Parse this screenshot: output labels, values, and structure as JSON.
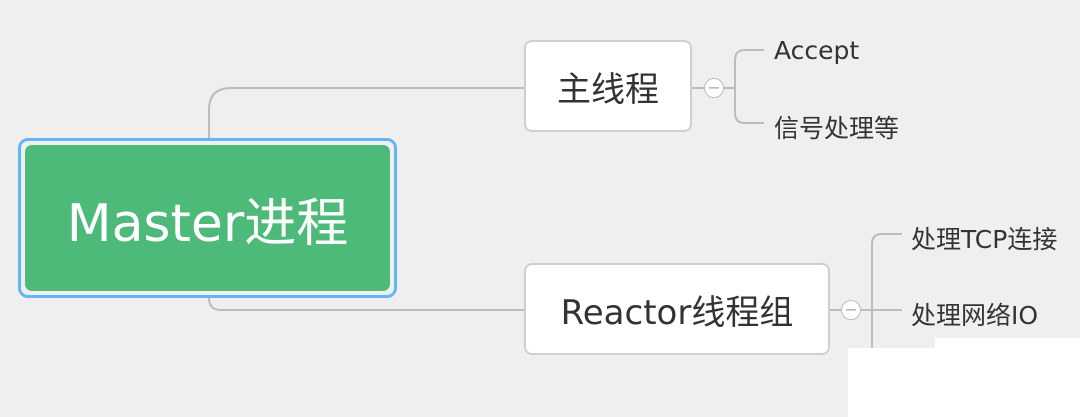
{
  "mindmap": {
    "root": {
      "label": "Master进程"
    },
    "branches": [
      {
        "label": "主线程",
        "children": [
          "Accept",
          "信号处理等"
        ]
      },
      {
        "label": "Reactor线程组",
        "children": [
          "处理TCP连接",
          "处理网络IO"
        ]
      }
    ]
  },
  "colors": {
    "background": "#efefef",
    "root_fill": "#4dba7a",
    "root_outline": "#64b5f6",
    "connector": "#bcbcbc",
    "node_border": "#cfcfcf",
    "text": "#333333"
  }
}
